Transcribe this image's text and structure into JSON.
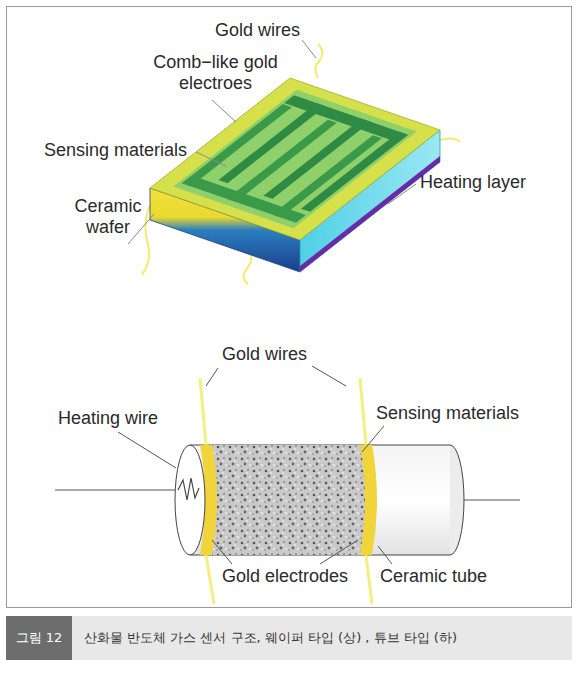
{
  "diagram": {
    "caption": "산화물 반도체 가스 센서 구조, 웨이퍼 타입 (상) , 튜브 타입 (하)",
    "labels": [
      "Gold wires",
      "Comb−like gold electroes",
      "Sensing materials",
      "Ceramic wafer",
      "Heating layer",
      "Gold wires",
      "Heating wire",
      "Sensing materials",
      "Gold electrodes",
      "Ceramic tube",
      "그림 12"
    ]
  }
}
